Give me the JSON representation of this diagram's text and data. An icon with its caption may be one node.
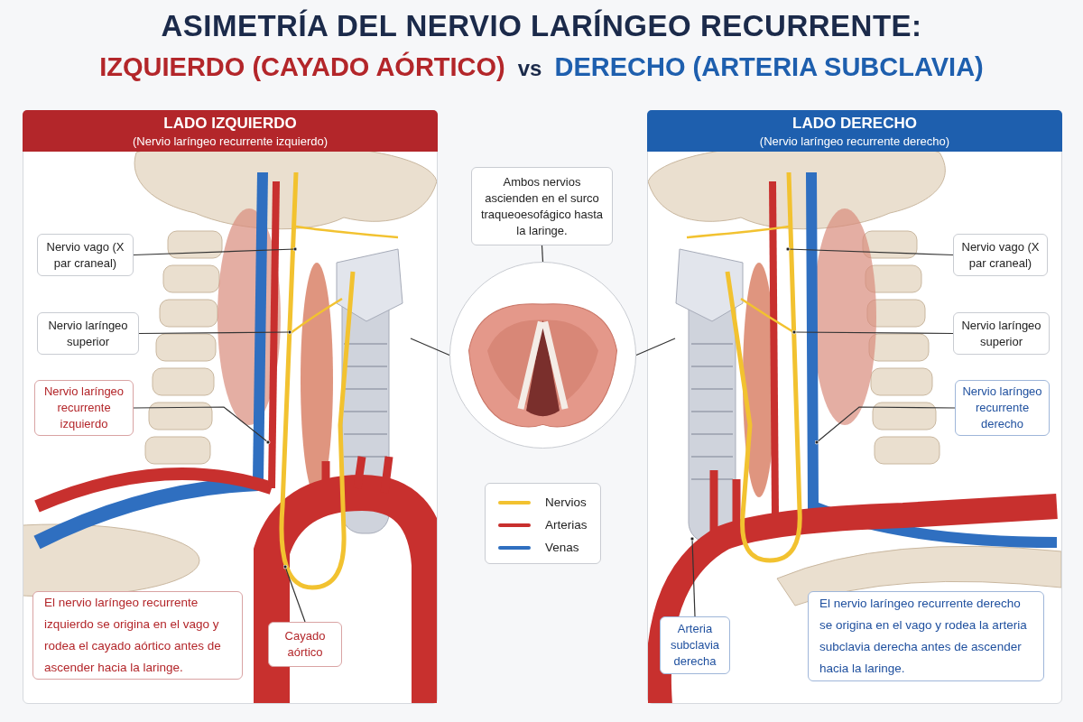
{
  "diagram": {
    "title": "ASIMETRÍA DEL NERVIO LARÍNGEO RECURRENTE:",
    "nodes": [
      {
        "text": [
          "LADO IZQUIERDO",
          "(Nervio laríngeo recurrente izquierdo)"
        ]
      },
      {
        "text": [
          "Nervio vago (X par craneal)"
        ],
        "in": 0
      },
      {
        "text": [
          "Nervio laríngeo superior"
        ],
        "in": 0
      },
      {
        "text": [
          "Nervio laríngeo recurrente izquierdo"
        ],
        "in": 0
      },
      {
        "text": [
          "El nervio laríngeo recurrente izquierdo se origina en el vago y rodea el cayado aórtico antes de ascender hacia la laringe."
        ],
        "in": 0
      },
      {
        "text": [
          "Cayado aórtico"
        ],
        "in": 0
      },
      {
        "text": [
          "Ambos nervios ascienden en el surco traqueoesofágico hasta la laringe."
        ]
      },
      {
        "text": [],
        "shape": "picture"
      },
      {
        "text": [
          "LADO DERECHO",
          "(Nervio laríngeo recurrente derecho)"
        ]
      },
      {
        "text": [
          "Nervio vago (X par craneal)"
        ],
        "in": 8
      },
      {
        "text": [
          "Nervio laríngeo superior"
        ],
        "in": 8
      },
      {
        "text": [
          "Nervio laríngeo recurrente derecho"
        ],
        "in": 8
      },
      {
        "text": [
          "Arteria subclavia derecha"
        ],
        "in": 8
      },
      {
        "text": [
          "El nervio laríngeo recurrente derecho se origina en el vago y rodea la arteria subclavia derecha antes de ascender hacia la laringe."
        ],
        "in": 8
      }
    ],
    "edges": [
      {
        "from": 1,
        "to": null,
        "arrow": "other"
      },
      {
        "from": 2,
        "to": null,
        "arrow": "other"
      },
      {
        "from": 3,
        "to": null,
        "arrow": "other"
      },
      {
        "from": 5,
        "to": null,
        "arrow": "other"
      },
      {
        "from": 6,
        "to": 7,
        "arrow": "none"
      },
      {
        "from": 7,
        "to": null,
        "arrow": "none"
      },
      {
        "from": 7,
        "to": null,
        "arrow": "none"
      },
      {
        "from": 9,
        "to": null,
        "arrow": "other"
      },
      {
        "from": 10,
        "to": null,
        "arrow": "other"
      },
      {
        "from": 11,
        "to": null,
        "arrow": "other"
      },
      {
        "from": 12,
        "to": null,
        "arrow": "other"
      }
    ],
    "labels": [
      "IZQUIERDO (CAYADO AÓRTICO)",
      "vs",
      "DERECHO (ARTERIA SUBCLAVIA)"
    ],
    "legend": [
      {
        "text": "Nervios",
        "color": "#f2c230"
      },
      {
        "text": "Arterias",
        "color": "#c8302e"
      },
      {
        "text": "Venas",
        "color": "#2f6fc0"
      }
    ]
  }
}
